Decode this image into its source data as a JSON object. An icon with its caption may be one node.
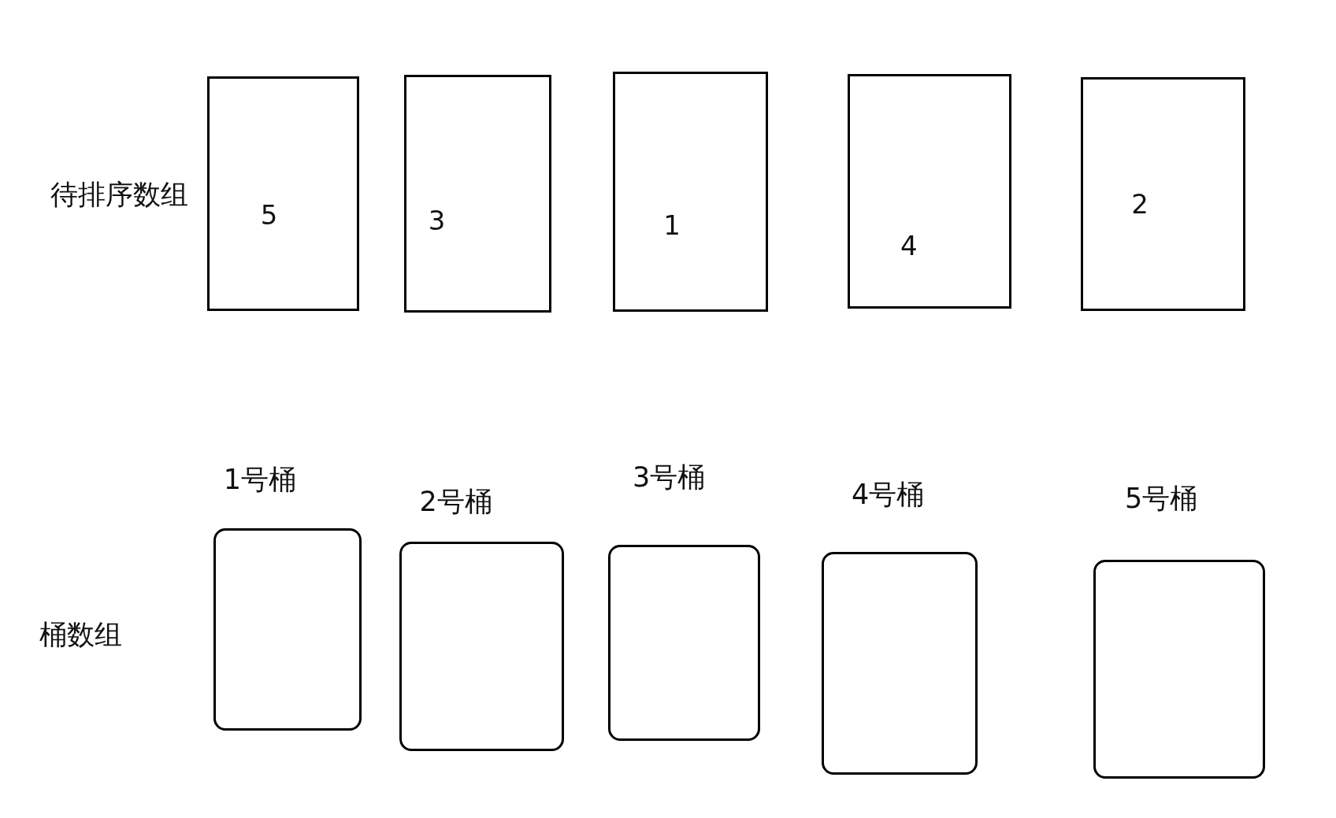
{
  "diagram": {
    "nodes": [
      {
        "text": [
          "5"
        ]
      },
      {
        "text": [
          "3"
        ]
      },
      {
        "text": [
          "1"
        ]
      },
      {
        "text": [
          "4"
        ]
      },
      {
        "text": [
          "2"
        ]
      },
      {
        "text": [
          "1号桶"
        ]
      },
      {
        "text": [
          "2号桶"
        ]
      },
      {
        "text": [
          "3号桶"
        ]
      },
      {
        "text": [
          "4号桶"
        ]
      },
      {
        "text": [
          "5号桶"
        ]
      }
    ],
    "labels": [
      "待排序数组",
      "桶数组"
    ]
  }
}
